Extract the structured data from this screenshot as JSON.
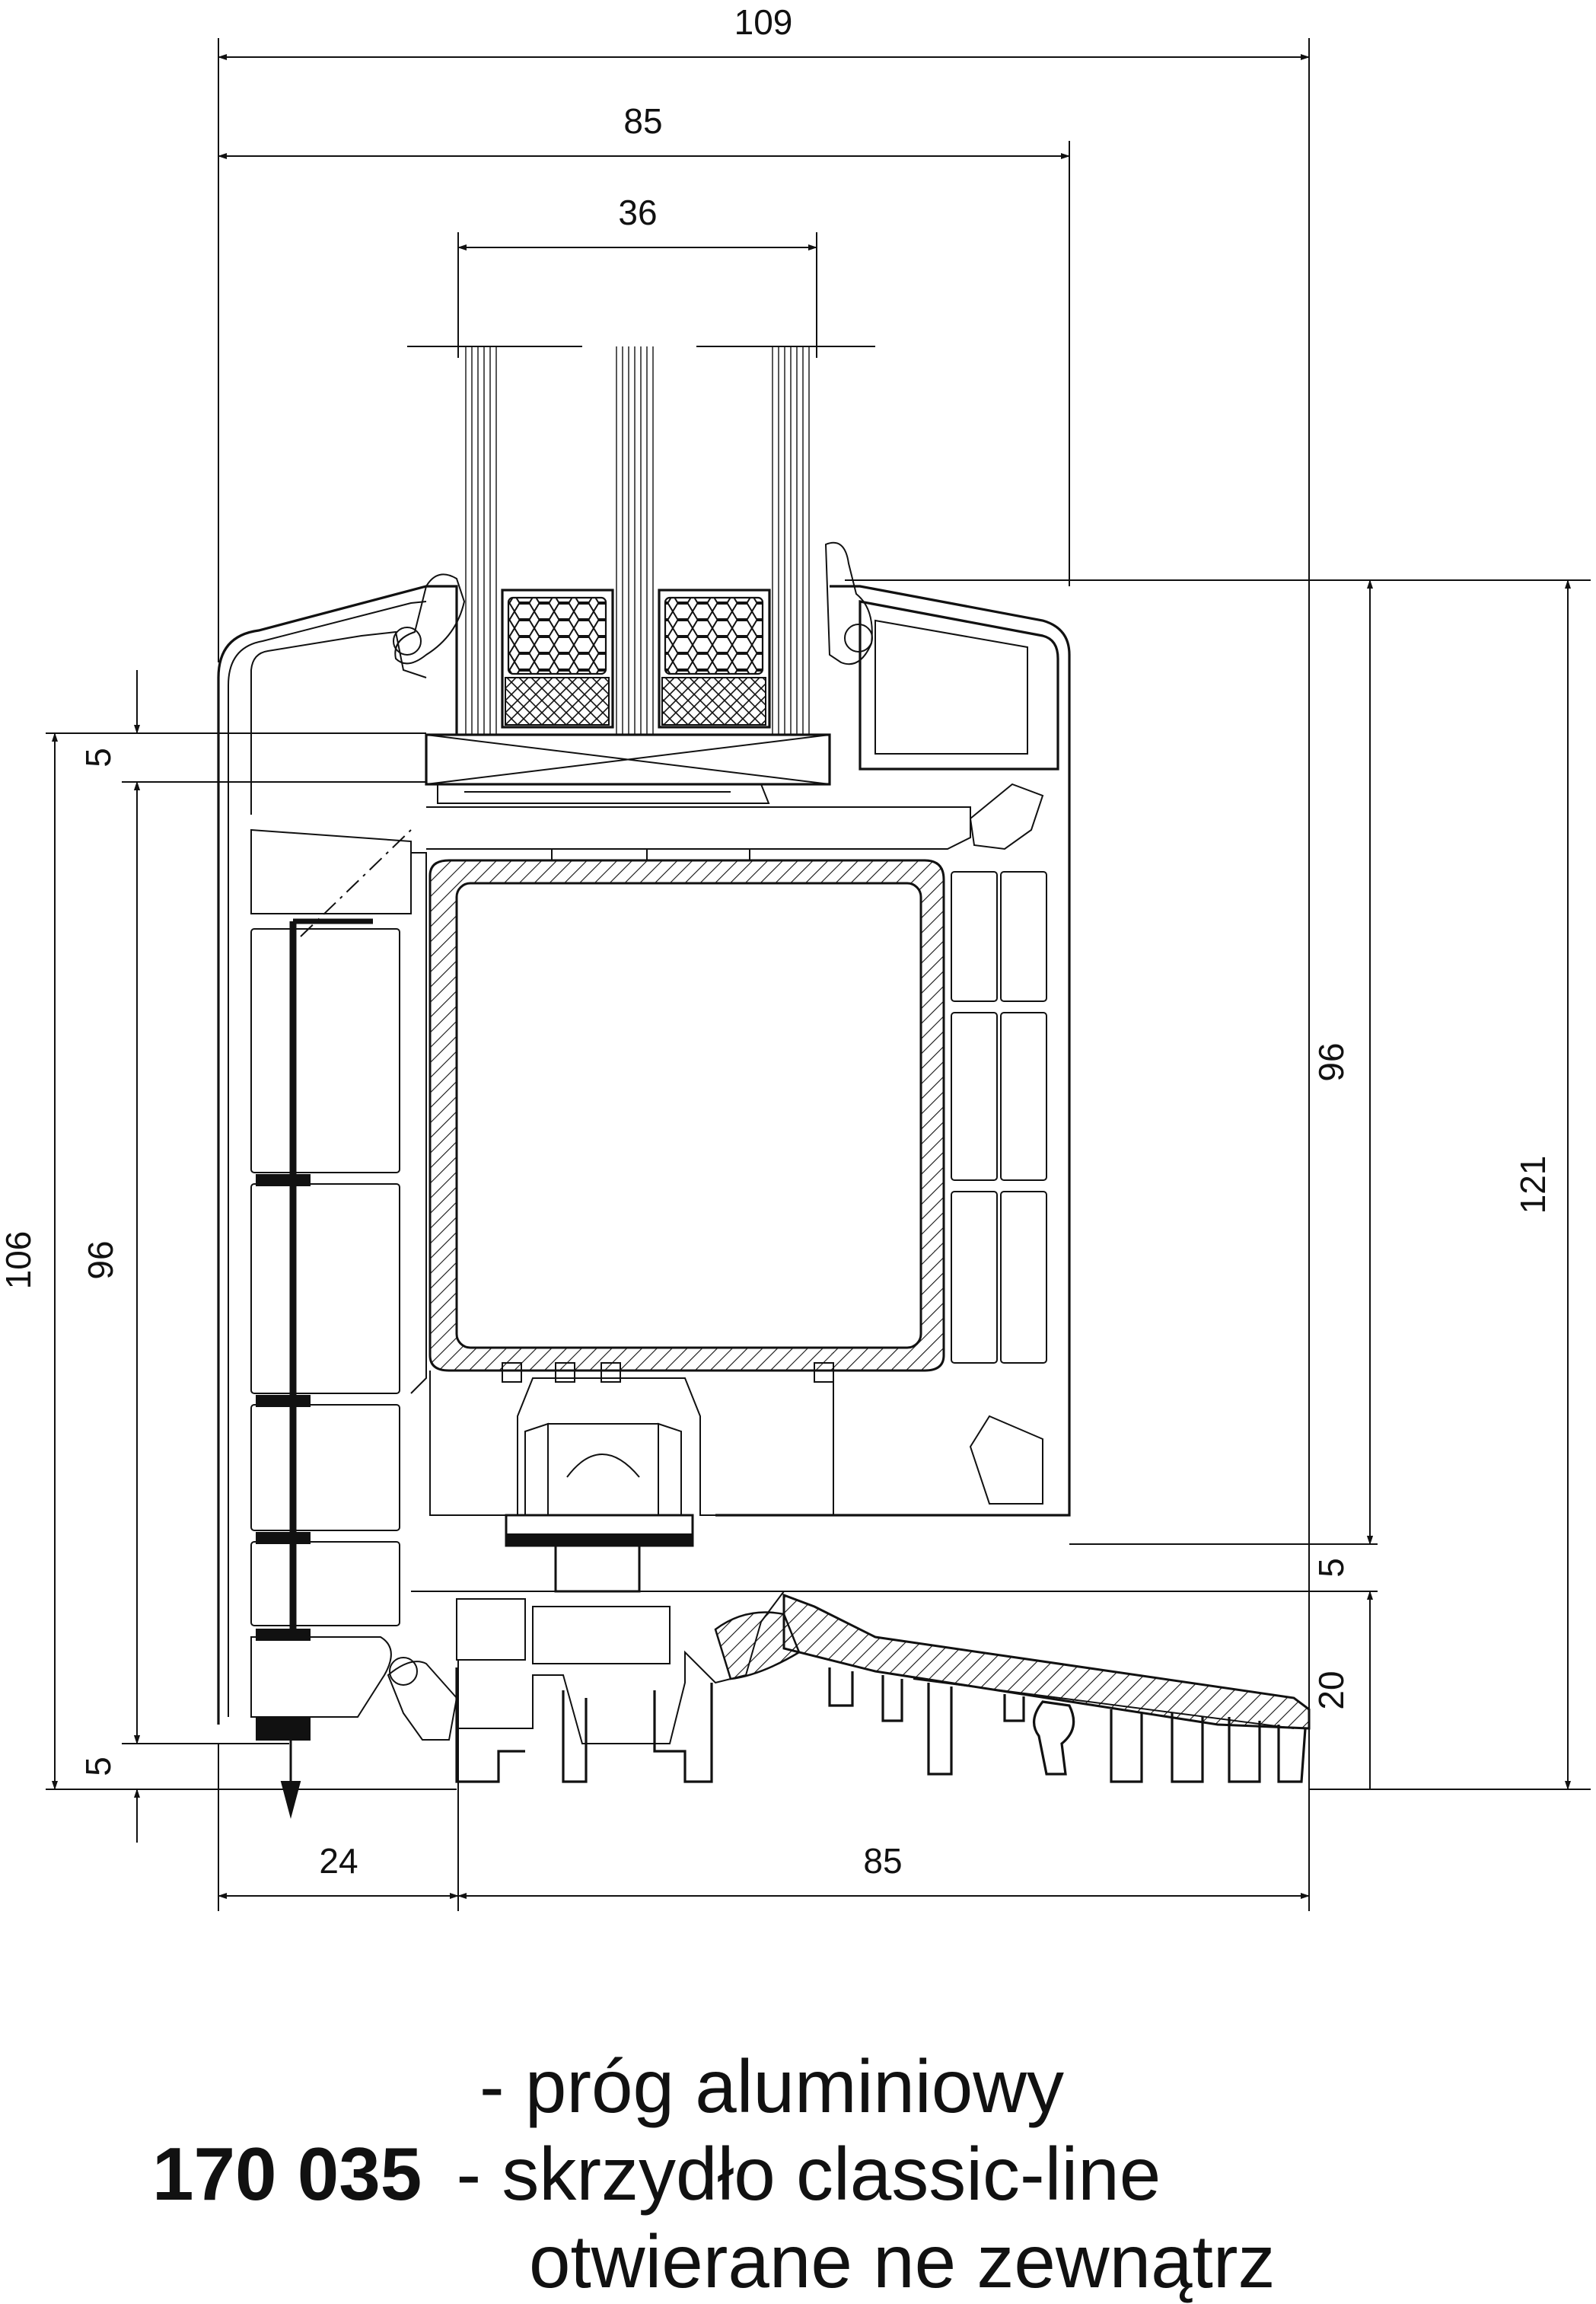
{
  "dimensions": {
    "top_overall": "109",
    "top_middle": "85",
    "top_glass": "36",
    "left_small_top": "5",
    "left_overall": "106",
    "left_inner": "96",
    "left_small_bottom": "5",
    "right_inner": "96",
    "right_overall": "121",
    "right_small": "5",
    "right_threshold": "20",
    "bottom_left": "24",
    "bottom_right": "85"
  },
  "caption": {
    "line1": "- próg aluminiowy",
    "code": "170 035",
    "line2": "- skrzydło classic-line",
    "line3": "otwierane ne zewnątrz"
  }
}
